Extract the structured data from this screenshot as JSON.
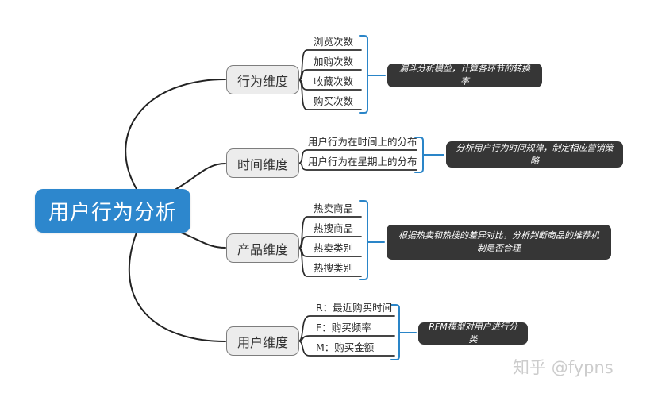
{
  "root": {
    "label": "用户行为分析"
  },
  "branches": [
    {
      "label": "行为维度",
      "children": [
        "浏览次数",
        "加购次数",
        "收藏次数",
        "购买次数"
      ],
      "note": "漏斗分析模型，计算各环节的转换率"
    },
    {
      "label": "时间维度",
      "children": [
        "用户行为在时间上的分布",
        "用户行为在星期上的分布"
      ],
      "note": "分析用户行为时间规律，制定相应营销策略"
    },
    {
      "label": "产品维度",
      "children": [
        "热卖商品",
        "热搜商品",
        "热卖类别",
        "热搜类别"
      ],
      "note": "根据热卖和热搜的差异对比，分析判断商品的推荐机制是否合理"
    },
    {
      "label": "用户维度",
      "children": [
        "R：最近购买时间",
        "F：购买频率",
        "M：购买金额"
      ],
      "note": "RFM模型对用户进行分类"
    }
  ],
  "watermark": {
    "brand": "知乎",
    "handle": "@fypns"
  },
  "colors": {
    "root_blue": "#2d87cd",
    "bracket_blue": "#2a85c8",
    "note_bg": "#363636",
    "branch_fill": "#ececec",
    "branch_border": "#7d7d7d",
    "line": "#222222"
  }
}
